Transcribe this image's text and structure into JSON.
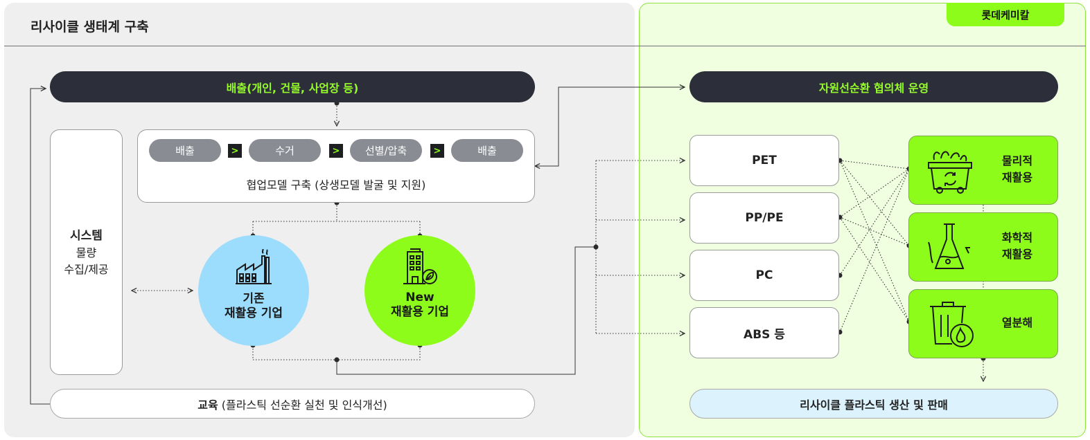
{
  "header": {
    "title": "리사이클 생태계 구축",
    "brand_tag": "롯데케미칼"
  },
  "top_left_bar": "배출(개인, 건물, 사업장 등)",
  "top_right_bar": "자원선순환 협의체 운영",
  "process_steps": [
    "배출",
    "수거",
    "선별/압축",
    "배출"
  ],
  "step_arrow": ">",
  "collab_model": "협업모델 구축 (상생모델 발굴 및 지원)",
  "system_box": {
    "title": "시스템",
    "line1": "물량",
    "line2": "수집/제공"
  },
  "existing_company": {
    "line1": "기존",
    "line2": "재활용 기업"
  },
  "new_company": {
    "line1": "New",
    "line2": "재활용 기업"
  },
  "education": {
    "bold": "교육",
    "rest": " (플라스틱 선순환 실천 및 인식개선)"
  },
  "materials": [
    "PET",
    "PP/PE",
    "PC",
    "ABS 등"
  ],
  "processes": [
    {
      "line1": "물리적",
      "line2": "재활용",
      "icon": "recycle-bin-icon"
    },
    {
      "line1": "화학적",
      "line2": "재활용",
      "icon": "flask-icon"
    },
    {
      "line1": "열분해",
      "line2": "",
      "icon": "fire-bin-icon"
    }
  ],
  "final_bar": "리사이클 플라스틱 생산 및 판매",
  "colors": {
    "dark": "#2c2f3a",
    "lime": "#8dfc1a",
    "light_blue": "#9cdcfc",
    "final_bar": "#dcf3fd",
    "right_panel": "#efffe0"
  }
}
